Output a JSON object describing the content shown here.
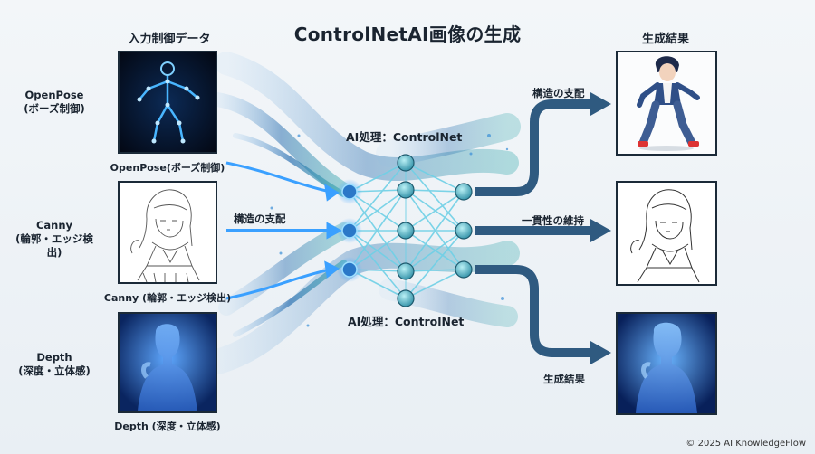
{
  "title": "ControlNetAI画像の生成",
  "left_header": "入力制御データ",
  "right_header": "生成結果",
  "inputs": [
    {
      "side_label_1": "OpenPose",
      "side_label_2": "(ボーズ制御)",
      "caption": "OpenPose(ボーズ制御)"
    },
    {
      "side_label_1": "Canny",
      "side_label_2": "(輪郭・エッジ検出)",
      "caption": "Canny (輪郭・エッジ検出)"
    },
    {
      "side_label_1": "Depth",
      "side_label_2": "(深度・立体感)",
      "caption": "Depth (深度・立体感)"
    }
  ],
  "middle_arrow_label": "構造の支配",
  "center_top_label": "AI処理：ControlNet",
  "center_bottom_label": "AI処理：ControlNet",
  "outputs": [
    {
      "arrow_label": "構造の支配"
    },
    {
      "arrow_label": "一貫性の維持"
    },
    {
      "arrow_label": "生成結果"
    }
  ],
  "copyright": "© 2025 AI KnowledgeFlow",
  "colors": {
    "dark_navy": "#1b2a38",
    "arrow_blue": "#2f5a80",
    "glow_blue": "#3aa0ff",
    "node_teal": "#5fc0d0"
  }
}
